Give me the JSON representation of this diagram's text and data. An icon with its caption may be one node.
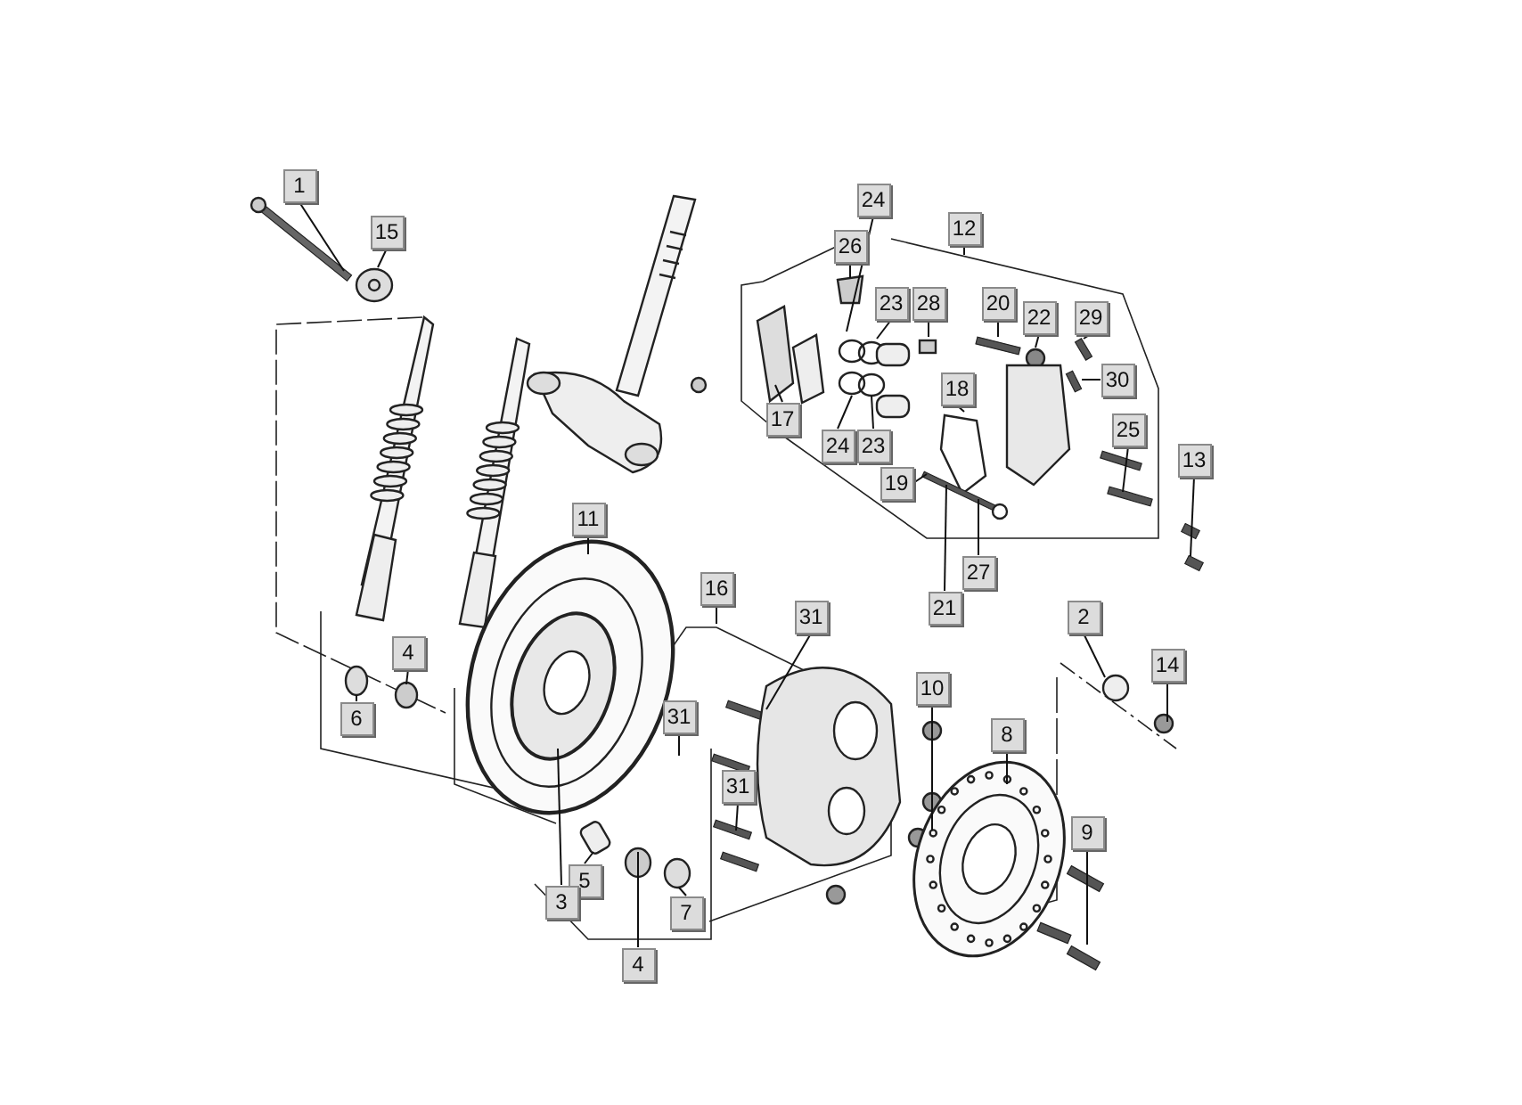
{
  "diagram": {
    "nodes": [
      {
        "text": [
          "1"
        ]
      },
      {
        "text": [
          "15"
        ]
      },
      {
        "text": [
          "24"
        ]
      },
      {
        "text": [
          "12"
        ]
      },
      {
        "text": [
          "26"
        ]
      },
      {
        "text": [
          "23"
        ]
      },
      {
        "text": [
          "28"
        ]
      },
      {
        "text": [
          "20"
        ]
      },
      {
        "text": [
          "22"
        ]
      },
      {
        "text": [
          "29"
        ]
      },
      {
        "text": [
          "18"
        ]
      },
      {
        "text": [
          "30"
        ]
      },
      {
        "text": [
          "17"
        ]
      },
      {
        "text": [
          "24"
        ]
      },
      {
        "text": [
          "23"
        ]
      },
      {
        "text": [
          "25"
        ]
      },
      {
        "text": [
          "13"
        ]
      },
      {
        "text": [
          "19"
        ]
      },
      {
        "text": [
          "27"
        ]
      },
      {
        "text": [
          "21"
        ]
      },
      {
        "text": [
          "11"
        ]
      },
      {
        "text": [
          "16"
        ]
      },
      {
        "text": [
          "31"
        ]
      },
      {
        "text": [
          "2"
        ]
      },
      {
        "text": [
          "4"
        ]
      },
      {
        "text": [
          "6"
        ]
      },
      {
        "text": [
          "10"
        ]
      },
      {
        "text": [
          "14"
        ]
      },
      {
        "text": [
          "31"
        ]
      },
      {
        "text": [
          "31"
        ]
      },
      {
        "text": [
          "8"
        ]
      },
      {
        "text": [
          "9"
        ]
      },
      {
        "text": [
          "5"
        ]
      },
      {
        "text": [
          "3"
        ]
      },
      {
        "text": [
          "7"
        ]
      },
      {
        "text": [
          "4"
        ]
      }
    ],
    "edges": [
      {
        "from": 0,
        "to": null,
        "arrow": "none"
      },
      {
        "from": 1,
        "to": null,
        "arrow": "none"
      },
      {
        "from": 2,
        "to": null,
        "arrow": "none"
      },
      {
        "from": 3,
        "to": null,
        "arrow": "none"
      },
      {
        "from": 4,
        "to": null,
        "arrow": "none"
      },
      {
        "from": 5,
        "to": null,
        "arrow": "none"
      },
      {
        "from": 6,
        "to": null,
        "arrow": "none"
      },
      {
        "from": 7,
        "to": null,
        "arrow": "none"
      },
      {
        "from": 8,
        "to": null,
        "arrow": "none"
      },
      {
        "from": 9,
        "to": null,
        "arrow": "none"
      },
      {
        "from": 10,
        "to": null,
        "arrow": "none"
      },
      {
        "from": 11,
        "to": null,
        "arrow": "none"
      },
      {
        "from": 12,
        "to": null,
        "arrow": "none"
      },
      {
        "from": 13,
        "to": null,
        "arrow": "none"
      },
      {
        "from": 14,
        "to": null,
        "arrow": "none"
      },
      {
        "from": 15,
        "to": null,
        "arrow": "none"
      },
      {
        "from": 16,
        "to": null,
        "arrow": "none"
      },
      {
        "from": 17,
        "to": null,
        "arrow": "none"
      },
      {
        "from": 18,
        "to": null,
        "arrow": "none"
      },
      {
        "from": 19,
        "to": null,
        "arrow": "none"
      },
      {
        "from": 20,
        "to": null,
        "arrow": "none"
      },
      {
        "from": 21,
        "to": null,
        "arrow": "none"
      },
      {
        "from": 22,
        "to": null,
        "arrow": "none"
      },
      {
        "from": 23,
        "to": null,
        "arrow": "none"
      },
      {
        "from": 24,
        "to": null,
        "arrow": "none"
      },
      {
        "from": 25,
        "to": null,
        "arrow": "none"
      },
      {
        "from": 26,
        "to": null,
        "arrow": "none"
      },
      {
        "from": 27,
        "to": null,
        "arrow": "none"
      },
      {
        "from": 28,
        "to": null,
        "arrow": "none"
      },
      {
        "from": 29,
        "to": null,
        "arrow": "none"
      },
      {
        "from": 30,
        "to": null,
        "arrow": "none"
      },
      {
        "from": 31,
        "to": null,
        "arrow": "none"
      },
      {
        "from": 32,
        "to": null,
        "arrow": "none"
      },
      {
        "from": 33,
        "to": null,
        "arrow": "none"
      },
      {
        "from": 34,
        "to": null,
        "arrow": "none"
      },
      {
        "from": 35,
        "to": null,
        "arrow": "none"
      }
    ]
  }
}
